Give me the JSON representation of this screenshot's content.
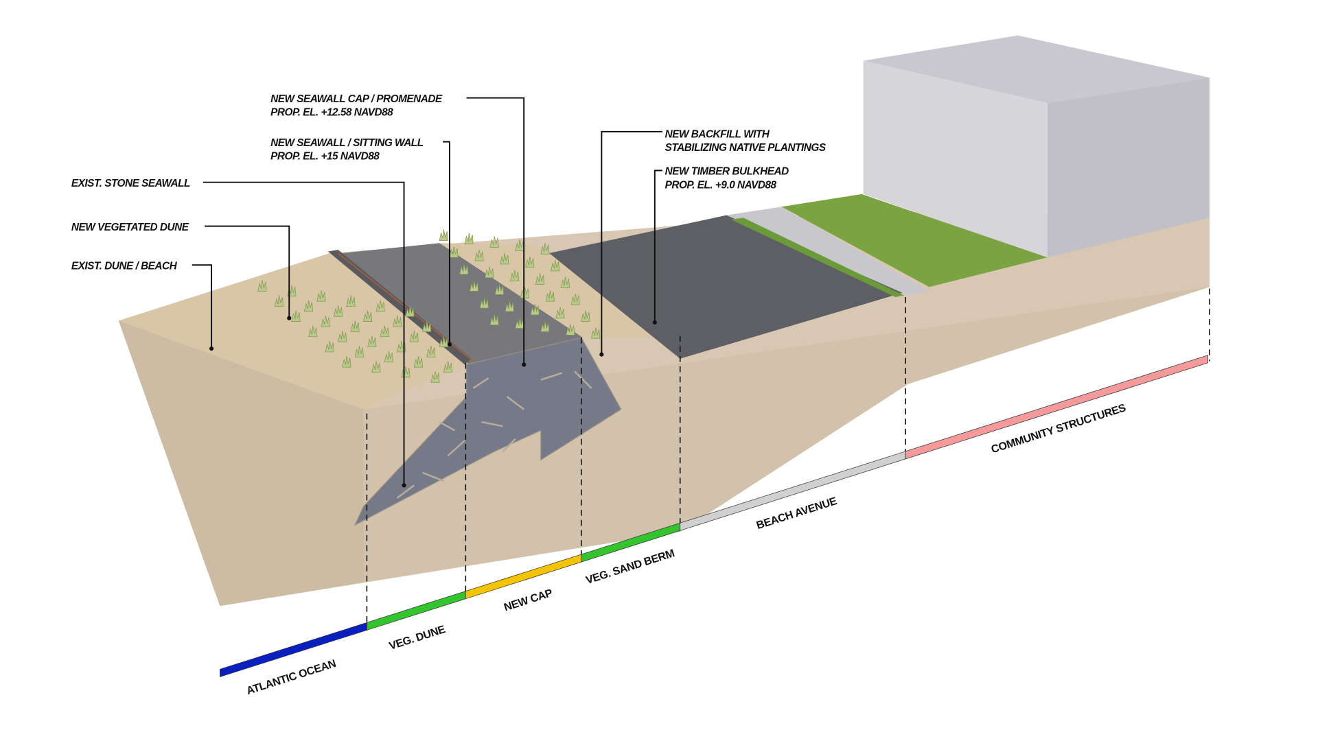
{
  "callouts": [
    {
      "line1": "NEW SEAWALL CAP / PROMENADE",
      "line2": "PROP. EL. +12.58 NAVD88"
    },
    {
      "line1": "NEW SEAWALL / SITTING WALL",
      "line2": "PROP. EL. +15 NAVD88"
    },
    {
      "line1": "EXIST. STONE SEAWALL"
    },
    {
      "line1": "NEW VEGETATED DUNE"
    },
    {
      "line1": "EXIST. DUNE / BEACH"
    },
    {
      "line1": "NEW BACKFILL WITH",
      "line2": "STABILIZING NATIVE PLANTINGS"
    },
    {
      "line1": "NEW TIMBER BULKHEAD",
      "line2": "PROP. EL. +9.0 NAVD88"
    }
  ],
  "zones": [
    {
      "label": "ATLANTIC OCEAN",
      "color": "#0a1fbf"
    },
    {
      "label": "VEG. DUNE",
      "color": "#33c42e"
    },
    {
      "label": "NEW CAP",
      "color": "#f5c400"
    },
    {
      "label": "VEG. SAND BERM",
      "color": "#33c42e"
    },
    {
      "label": "BEACH AVENUE",
      "color": "#d0d0d0"
    },
    {
      "label": "COMMUNITY STRUCTURES",
      "color": "#f59a9a"
    }
  ]
}
